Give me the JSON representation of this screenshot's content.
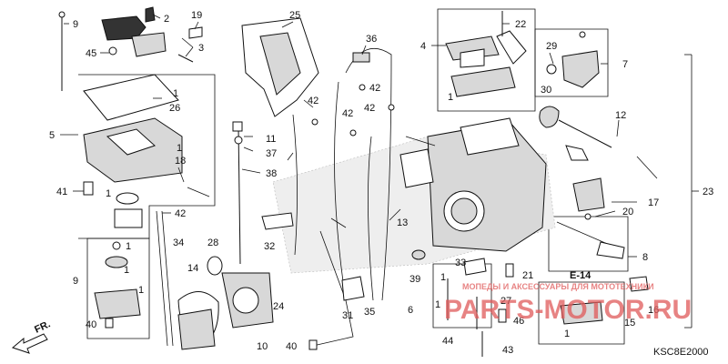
{
  "callouts": {
    "c9a": "9",
    "c2": "2",
    "c19": "19",
    "c25": "25",
    "c22": "22",
    "c3": "3",
    "c45": "45",
    "c36": "36",
    "c4": "4",
    "c29": "29",
    "c7": "7",
    "c1a": "1",
    "c26": "26",
    "c30": "30",
    "c1b": "1",
    "c5": "5",
    "c42a": "42",
    "c1c": "1",
    "c42b": "42",
    "c42c": "42",
    "c42d": "42",
    "c12": "12",
    "c11": "11",
    "c18": "18",
    "c37": "37",
    "c38": "38",
    "c41": "41",
    "c1d": "1",
    "c42e": "42",
    "c13": "13",
    "c17": "17",
    "c20": "20",
    "c23": "23",
    "c34": "34",
    "c28": "28",
    "c32": "32",
    "c1e": "1",
    "c9b": "9",
    "c1f": "1",
    "c1g": "1",
    "c14": "14",
    "c31": "31",
    "c35": "35",
    "c39": "39",
    "c33": "33",
    "c1h": "1",
    "c21": "21",
    "c8": "8",
    "c24": "24",
    "c6": "6",
    "c27": "27",
    "c46": "46",
    "c16": "16",
    "c15": "15",
    "c40a": "40",
    "c10": "10",
    "c40b": "40",
    "c44": "44",
    "c43": "43",
    "c1i": "1",
    "c1j": "1"
  },
  "direction_label": "FR.",
  "section_ref": "E-14",
  "diagram_code": "KSC8E2000",
  "watermark": {
    "line1": "МОПЕДЫ И АКСЕССУАРЫ ДЛЯ МОТОТЕХНИКИ",
    "line2": "PARTS-MOTOR.RU",
    "color": "#e05a5a"
  }
}
